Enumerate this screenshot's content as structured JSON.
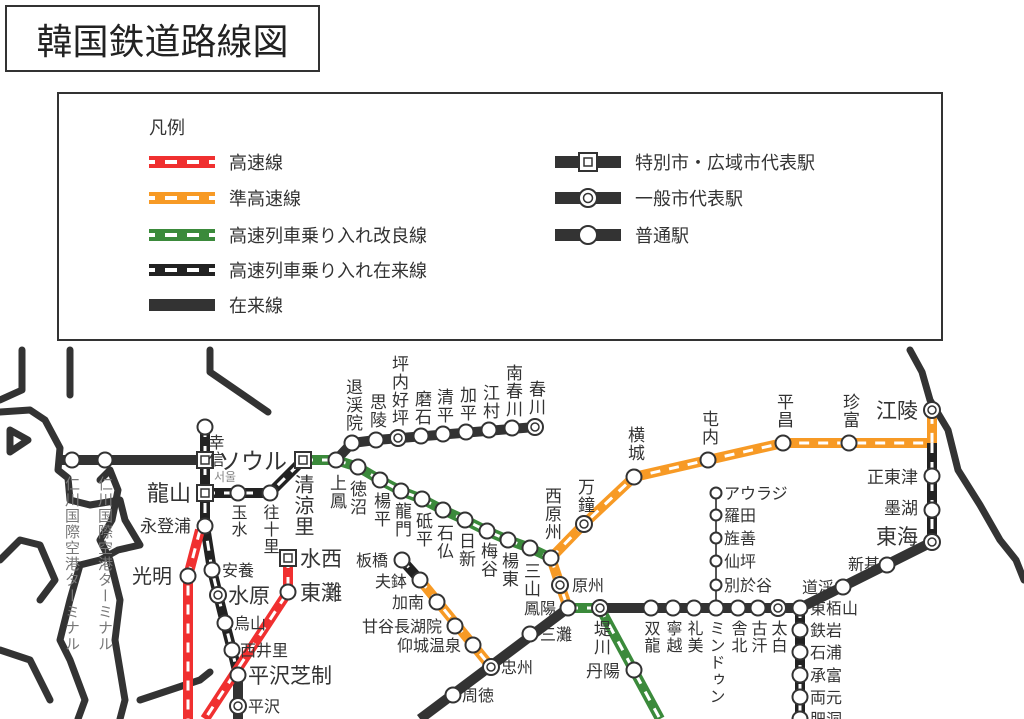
{
  "title": "韓国鉄道路線図",
  "legend": {
    "title": "凡例",
    "lines": [
      {
        "label": "高速線",
        "color": "#f03030",
        "style": "dashed"
      },
      {
        "label": "準高速線",
        "color": "#f79a25",
        "style": "dashed"
      },
      {
        "label": "高速列車乗り入れ改良線",
        "color": "#3b8a3b",
        "style": "dashed"
      },
      {
        "label": "高速列車乗り入れ在来線",
        "color": "#222222",
        "style": "dashed"
      },
      {
        "label": "在来線",
        "color": "#333333",
        "style": "solid"
      }
    ],
    "stations": [
      {
        "label": "特別市・広域市代表駅",
        "icon": "square-station-icon"
      },
      {
        "label": "一般市代表駅",
        "icon": "double-circle-station-icon"
      },
      {
        "label": "普通駅",
        "icon": "circle-station-icon"
      }
    ]
  },
  "seoul_hangul": "서울",
  "stations": {
    "inc1": "仁川国際空港ターミナル",
    "inc2": "仁川国際空港ターミナル",
    "seoul": "ソウル",
    "haengsin": "幸信",
    "yongsan": "龍山",
    "yeongdeungpo": "永登浦",
    "anyang": "安養",
    "suwon": "水原",
    "osan": "烏山",
    "seojeongri": "西井里",
    "pyeongtaekjije": "平沢芝制",
    "pyeongtaek": "平沢",
    "gwangmyeong": "光明",
    "suseo": "水西",
    "dongtan": "東灘",
    "oksu": "玉水",
    "wangsimni": "往十里",
    "cheongnyangni": "清涼里",
    "sangbong": "上鳳",
    "toegyewon": "退渓院",
    "sareung": "思陵",
    "pyeongnae": "坪内好坪",
    "maseok": "磨石",
    "cheongpyeong": "清平",
    "gapyeong": "加平",
    "gangchon": "江村",
    "namchuncheon": "南春川",
    "chuncheon": "春川",
    "deokso": "徳沼",
    "yangpyeong": "楊平",
    "yongmun": "龍門",
    "jipyeong": "砥平",
    "seokbul": "石仏",
    "ilsin": "日新",
    "maegok": "梅谷",
    "yangdong": "楊東",
    "samsan": "三山",
    "seowonju": "西原州",
    "manjong": "万鐘",
    "hoengseong": "横城",
    "dunnae": "屯内",
    "pyeongchang": "平昌",
    "jinbu": "珍富",
    "gangneung": "江陵",
    "jeongdongjin": "正東津",
    "mukho": "墨湖",
    "donghae": "東海",
    "singi": "新基",
    "dogye": "道渓",
    "dongbaeksan": "東栢山",
    "cheoram": "鉄岩",
    "seokpo": "石浦",
    "seungbu": "承富",
    "yangwon": "両元",
    "bidong": "肥洞",
    "taebaek": "太白",
    "gohan": "古汗",
    "sabuk": "舎北",
    "mindungsan": "ミンドゥン",
    "yemi": "礼美",
    "yeongwol": "寧越",
    "ssangyong": "双龍",
    "auraji": "アウラジ",
    "najeon": "羅田",
    "jeongseon": "旌善",
    "seonpyeong": "仙坪",
    "byeoreogok": "別於谷",
    "jecheon": "堤川",
    "danyang": "丹陽",
    "wonju": "原州",
    "bongyang": "鳳陽",
    "samtan": "三灘",
    "chungju": "忠州",
    "judeok": "周徳",
    "pangyo": "板橋",
    "bubal": "夫鉢",
    "ganam": "加南",
    "gamgok": "甘谷長湖院",
    "angseong": "仰城温泉"
  }
}
